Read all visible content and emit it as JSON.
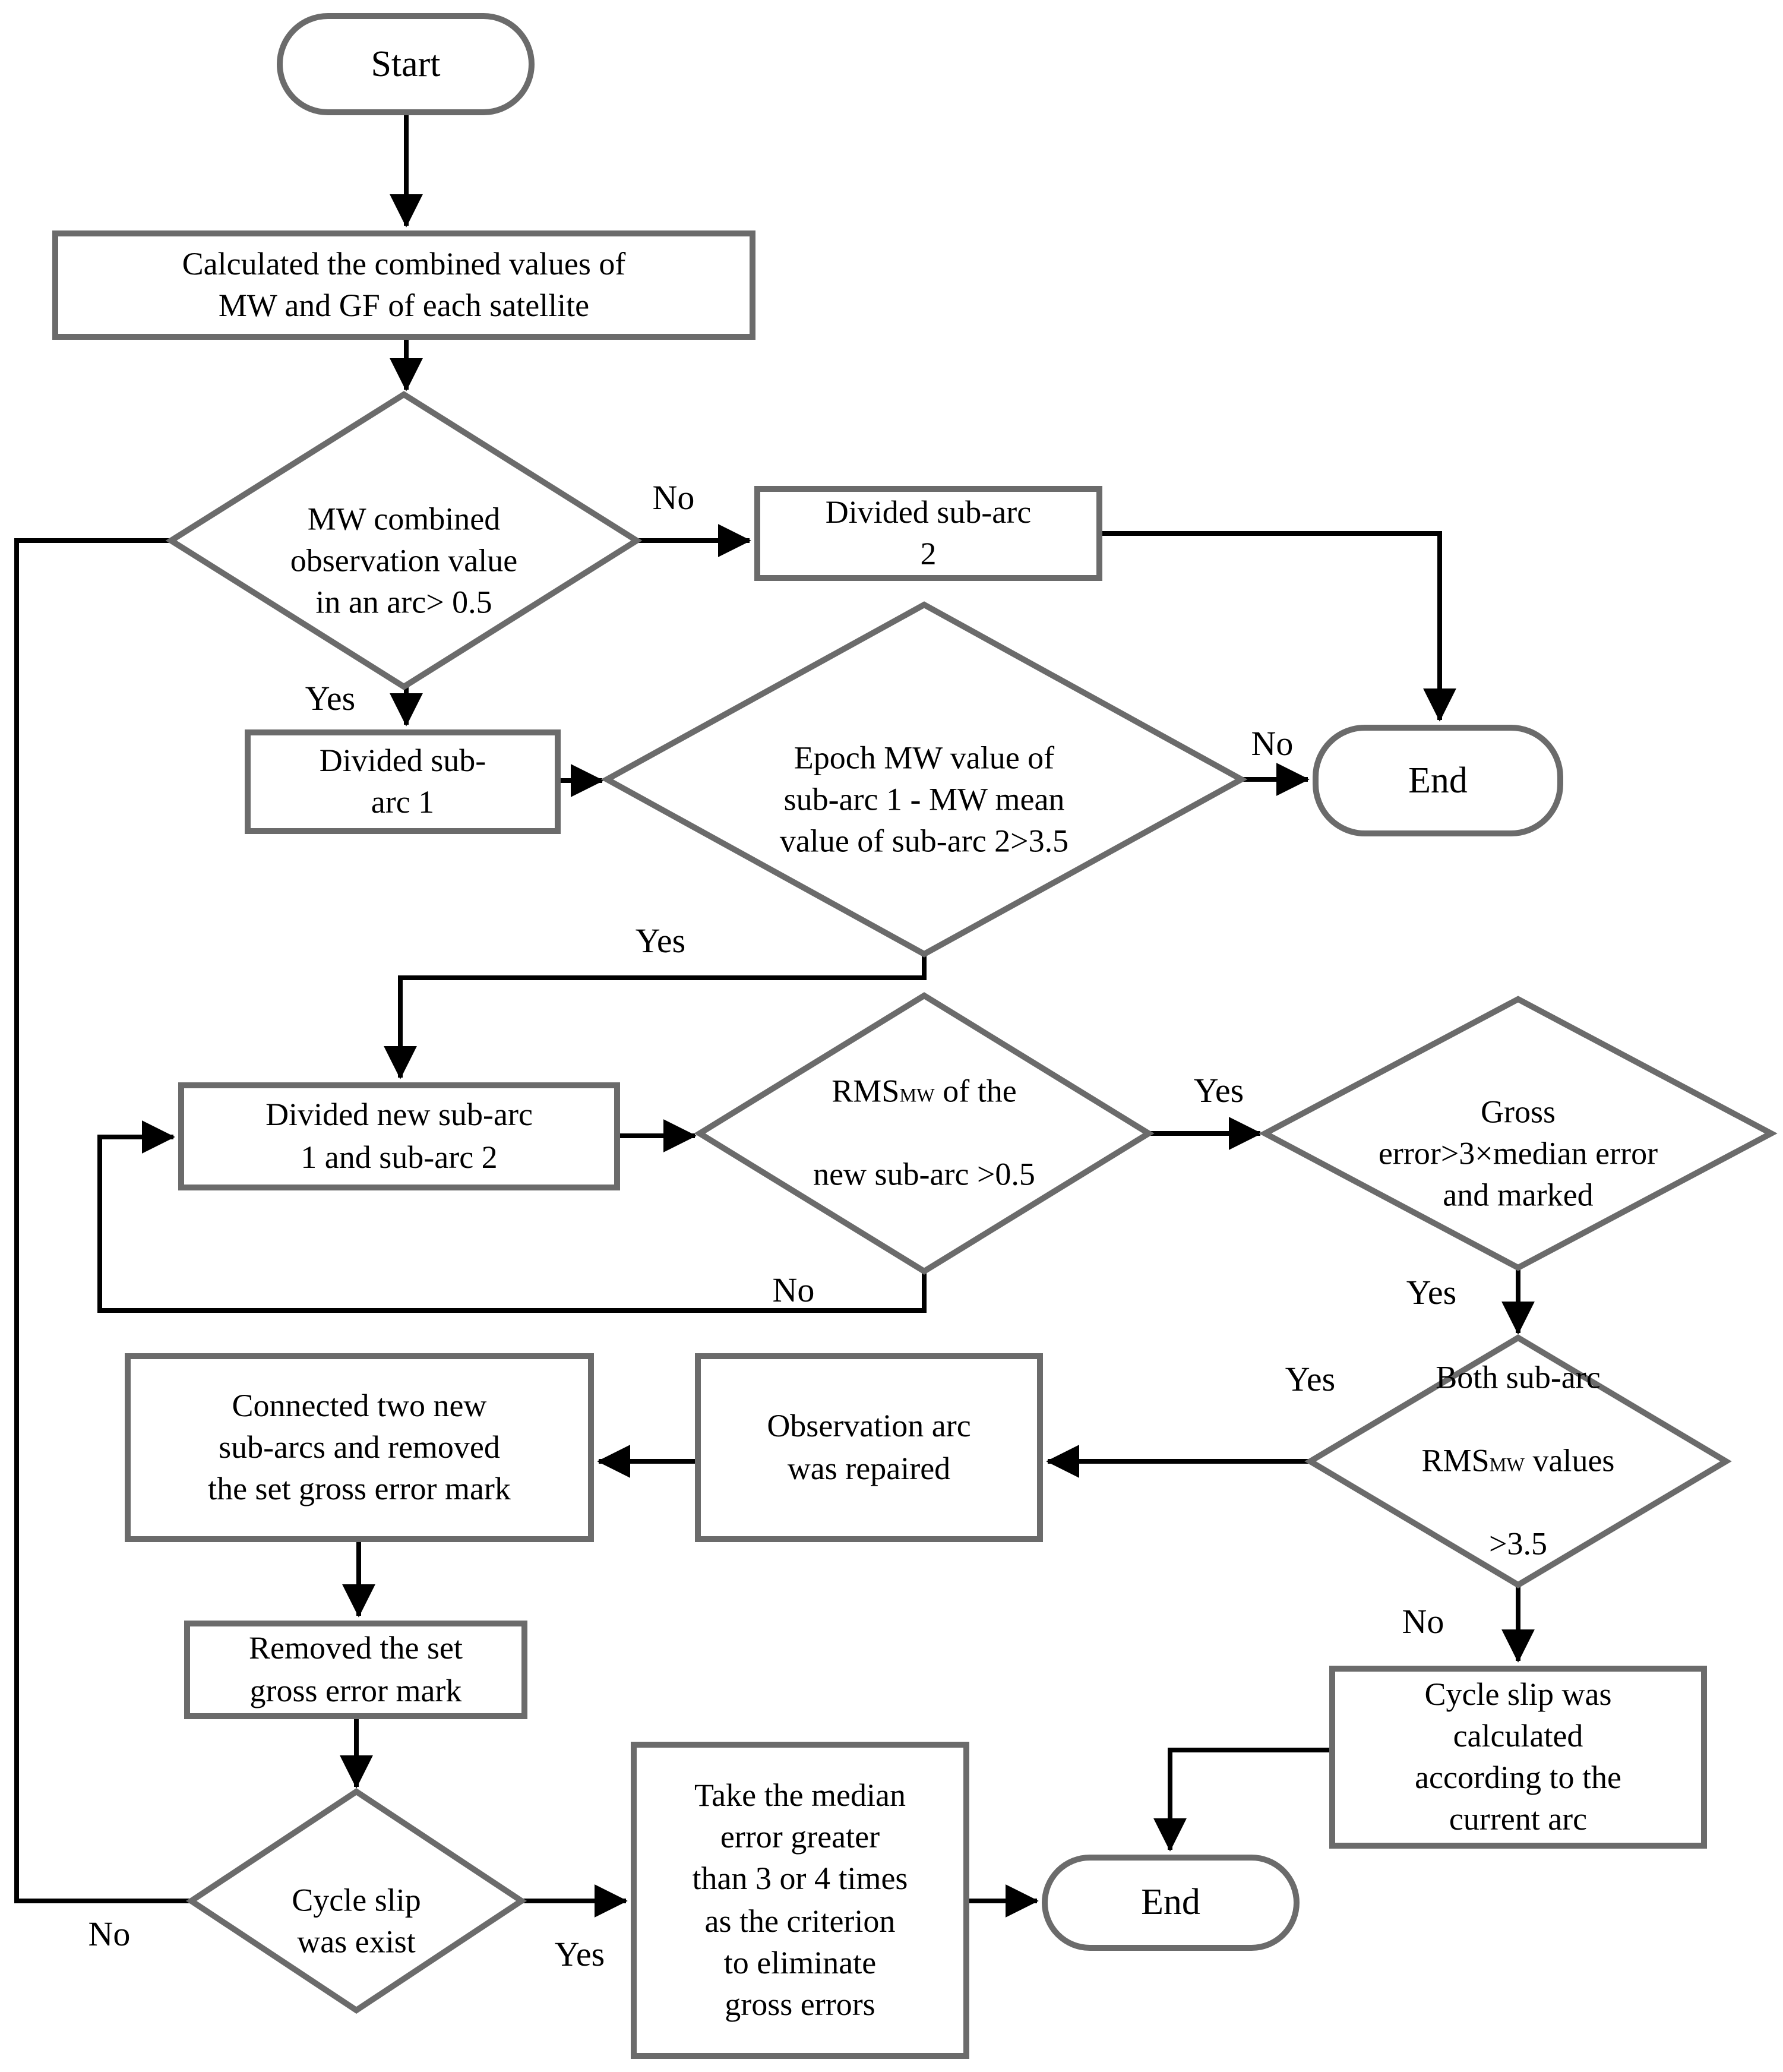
{
  "colors": {
    "shape_border": "#6b6b6b",
    "connector": "#000000",
    "text": "#000000",
    "background": "#ffffff"
  },
  "nodes": {
    "start": {
      "label": "Start"
    },
    "calc_combined": {
      "label": "Calculated the combined values of\nMW and GF of each satellite"
    },
    "mw_combined_check": {
      "label": "MW combined\nobservation value\nin an arc> 0.5"
    },
    "divided_sub_arc_2": {
      "label": "Divided sub-arc\n2"
    },
    "end_top": {
      "label": "End"
    },
    "divided_sub_arc_1": {
      "label": "Divided sub-\narc 1"
    },
    "epoch_mw_check": {
      "label": "Epoch MW value of\nsub-arc 1 - MW mean\nvalue of sub-arc 2>3.5"
    },
    "divided_new_sub_arc": {
      "label": "Divided new sub-arc\n1 and sub-arc 2"
    },
    "rms_check": {
      "line1_prefix": "RMS",
      "line1_sub": "MW",
      "line1_rest": " of the",
      "line2": "new sub-arc >0.5"
    },
    "gross_error_check": {
      "label": "Gross\nerror>3×median error\nand marked"
    },
    "both_rms_check": {
      "line1": "Both sub-arc",
      "line2_prefix": "RMS",
      "line2_sub": "MW",
      "line2_rest": " values",
      "line3": ">3.5"
    },
    "observation_repaired": {
      "label": "Observation arc\nwas repaired"
    },
    "connected_sub_arcs": {
      "label": "Connected two new\nsub-arcs and removed\nthe set gross error mark"
    },
    "removed_mark": {
      "label": "Removed the set\ngross error mark"
    },
    "cycle_slip_exist_check": {
      "label": "Cycle slip\nwas exist"
    },
    "take_median": {
      "label": "Take the median\nerror greater\nthan 3 or 4 times\nas the criterion\nto eliminate\ngross errors"
    },
    "end_bottom": {
      "label": "End"
    },
    "cycle_slip_calculated": {
      "label": "Cycle slip was\ncalculated\naccording to the\ncurrent arc"
    }
  },
  "edge_labels": {
    "no_mw_combined": "No",
    "yes_mw_combined": "Yes",
    "no_epoch": "No",
    "yes_epoch": "Yes",
    "yes_rms": "Yes",
    "no_rms": "No",
    "yes_gross": "Yes",
    "yes_both": "Yes",
    "no_both": "No",
    "no_cycle_slip": "No",
    "yes_cycle_slip": "Yes"
  }
}
